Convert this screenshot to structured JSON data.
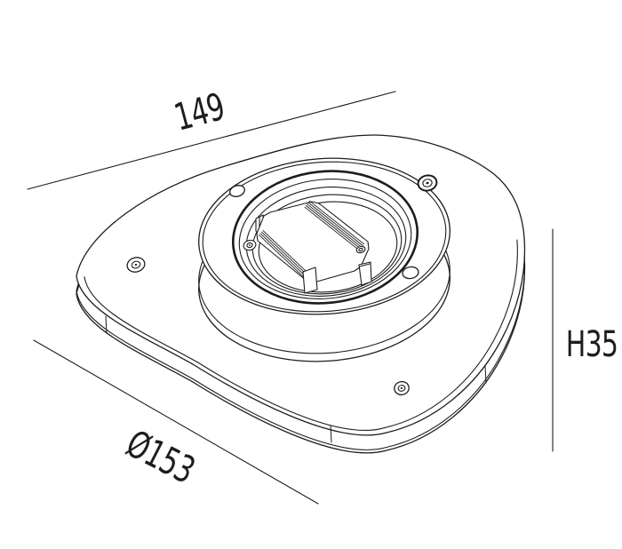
{
  "drawing": {
    "background": "#ffffff",
    "line_color": "#1d1d1d",
    "labels": {
      "width": "149",
      "diameter": "Ø153",
      "height": "H35"
    }
  }
}
